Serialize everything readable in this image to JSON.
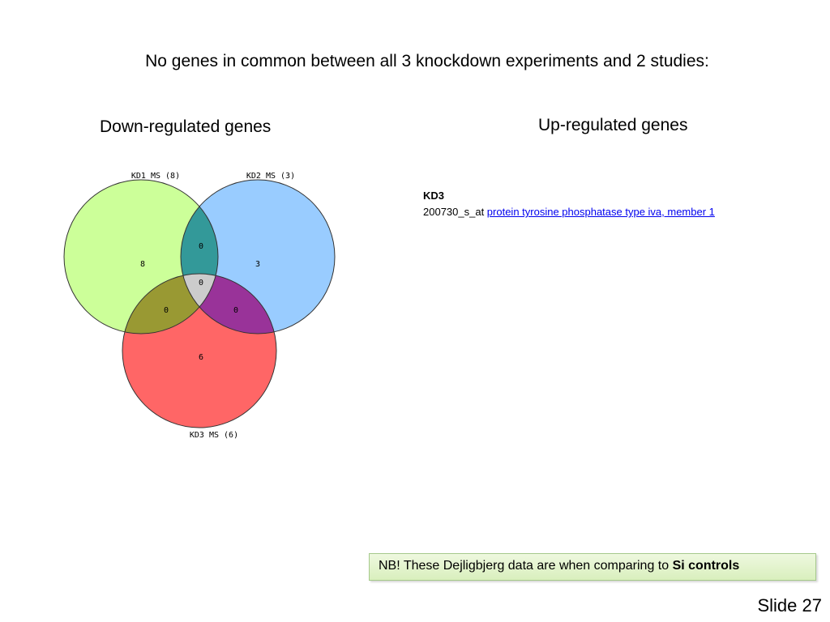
{
  "slide": {
    "title": "No genes in common between all 3 knockdown experiments and 2 studies:",
    "left_heading": "Down-regulated genes",
    "right_heading": "Up-regulated genes",
    "slide_number": "Slide 27"
  },
  "venn": {
    "sets": [
      {
        "label": "KD1 MS (8)",
        "color": "#ccff99"
      },
      {
        "label": "KD2 MS (3)",
        "color": "#99ccff"
      },
      {
        "label": "KD3 MS (6)",
        "color": "#ff6666"
      }
    ],
    "regions": {
      "kd1_only": "8",
      "kd2_only": "3",
      "kd3_only": "6",
      "kd1_kd2": "0",
      "kd1_kd3": "0",
      "kd2_kd3": "0",
      "all": "0"
    },
    "overlap_colors": {
      "kd1_kd2": "#339999",
      "kd1_kd3": "#999933",
      "kd2_kd3": "#993399",
      "all": "#cccccc"
    }
  },
  "up_regulated": {
    "group": "KD3",
    "probe": "200730_s_at",
    "gene_link": "protein tyrosine phosphatase type iva, member 1"
  },
  "note": {
    "text": "NB! These Dejligbjerg data are when comparing to ",
    "bold": "Si controls"
  }
}
